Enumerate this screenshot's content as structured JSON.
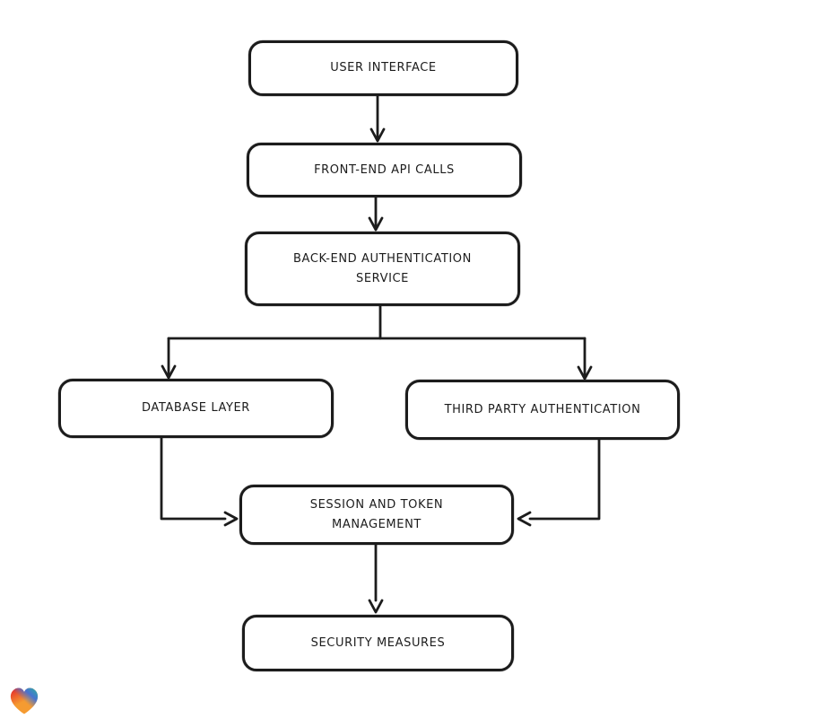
{
  "diagram": {
    "type": "flowchart",
    "stroke_color": "#1c1c1c",
    "background_color": "#ffffff",
    "nodes": [
      {
        "id": "user-interface",
        "label": "USER INTERFACE"
      },
      {
        "id": "front-end-api-calls",
        "label": "FRONT-END API CALLS"
      },
      {
        "id": "back-end-authentication-service",
        "label": "BACK-END AUTHENTICATION SERVICE"
      },
      {
        "id": "database-layer",
        "label": "DATABASE LAYER"
      },
      {
        "id": "third-party-authentication",
        "label": "THIRD PARTY AUTHENTICATION"
      },
      {
        "id": "session-and-token-management",
        "label": "SESSION AND TOKEN MANAGEMENT"
      },
      {
        "id": "security-measures",
        "label": "SECURITY MEASURES"
      }
    ],
    "edges": [
      {
        "from": "user-interface",
        "to": "front-end-api-calls"
      },
      {
        "from": "front-end-api-calls",
        "to": "back-end-authentication-service"
      },
      {
        "from": "back-end-authentication-service",
        "to": "database-layer"
      },
      {
        "from": "back-end-authentication-service",
        "to": "third-party-authentication"
      },
      {
        "from": "database-layer",
        "to": "session-and-token-management"
      },
      {
        "from": "third-party-authentication",
        "to": "session-and-token-management"
      },
      {
        "from": "session-and-token-management",
        "to": "security-measures"
      }
    ],
    "logo": {
      "name": "eraser-heart-logo",
      "colors": {
        "red": "#e42029",
        "teal": "#2bb49c",
        "blue": "#3f72d9",
        "orange": "#f59b31"
      }
    }
  }
}
